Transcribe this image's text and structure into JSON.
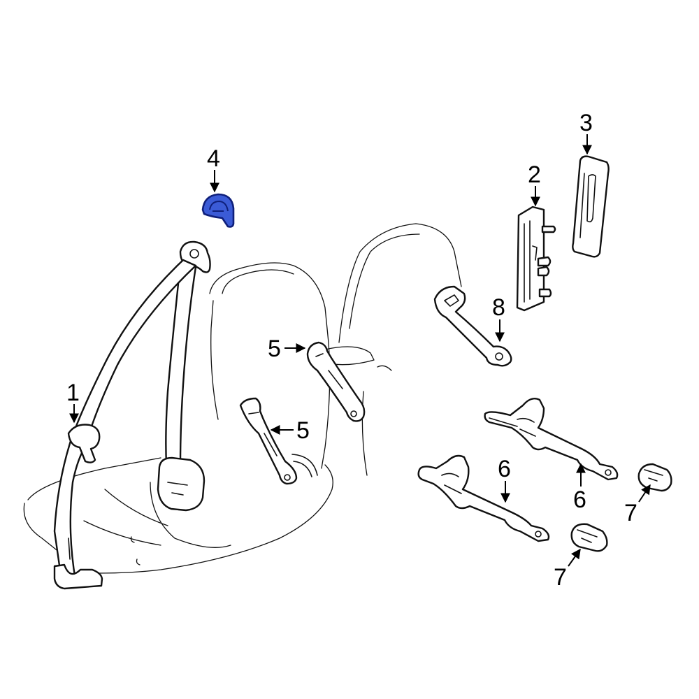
{
  "colors": {
    "highlight": "#3b5bd6",
    "highlight_stroke": "#0f1f7a",
    "line": "#111111",
    "background": "#ffffff"
  },
  "callouts": {
    "c1": "1",
    "c2": "2",
    "c3": "3",
    "c4": "4",
    "c5a": "5",
    "c5b": "5",
    "c6a": "6",
    "c6b": "6",
    "c7a": "7",
    "c7b": "7",
    "c8": "8"
  }
}
